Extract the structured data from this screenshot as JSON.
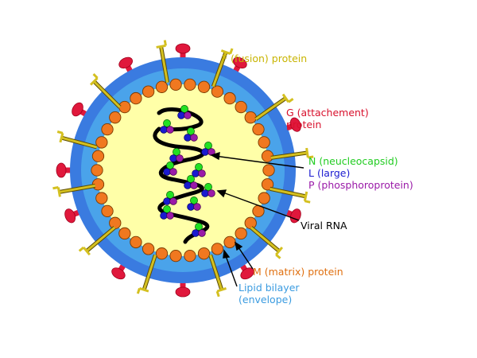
{
  "labels": {
    "f_protein": "F (fusion) protein",
    "g_line1": "G (attachement)",
    "g_line2": "protein",
    "n_protein": "N (neucleocapsid)",
    "l_protein": "L (large)",
    "p_protein": "P (phosphoroprotein)",
    "viral_rna": "Viral RNA",
    "m_protein": "M (matrix) protein",
    "lipid_line1": "Lipid bilayer",
    "lipid_line2": "(envelope)"
  },
  "colors": {
    "outer_envelope": "#3a7be0",
    "inner_envelope": "#4aa3ea",
    "core": "#ffffa8",
    "matrix_bead": "#f07820",
    "g_protein": "#e0183c",
    "f_protein": "#d4c020",
    "rna": "#000000",
    "n_bead": "#22e022",
    "l_bead": "#1a1ad0",
    "p_bead": "#9a1aa8",
    "label_f": "#c8b400",
    "label_g": "#d8102c",
    "label_n": "#22cc22",
    "label_l": "#1a1ad0",
    "label_p": "#9a1aa8",
    "label_rna": "#000000",
    "label_m": "#e07010",
    "label_lipid": "#3a9be0"
  }
}
